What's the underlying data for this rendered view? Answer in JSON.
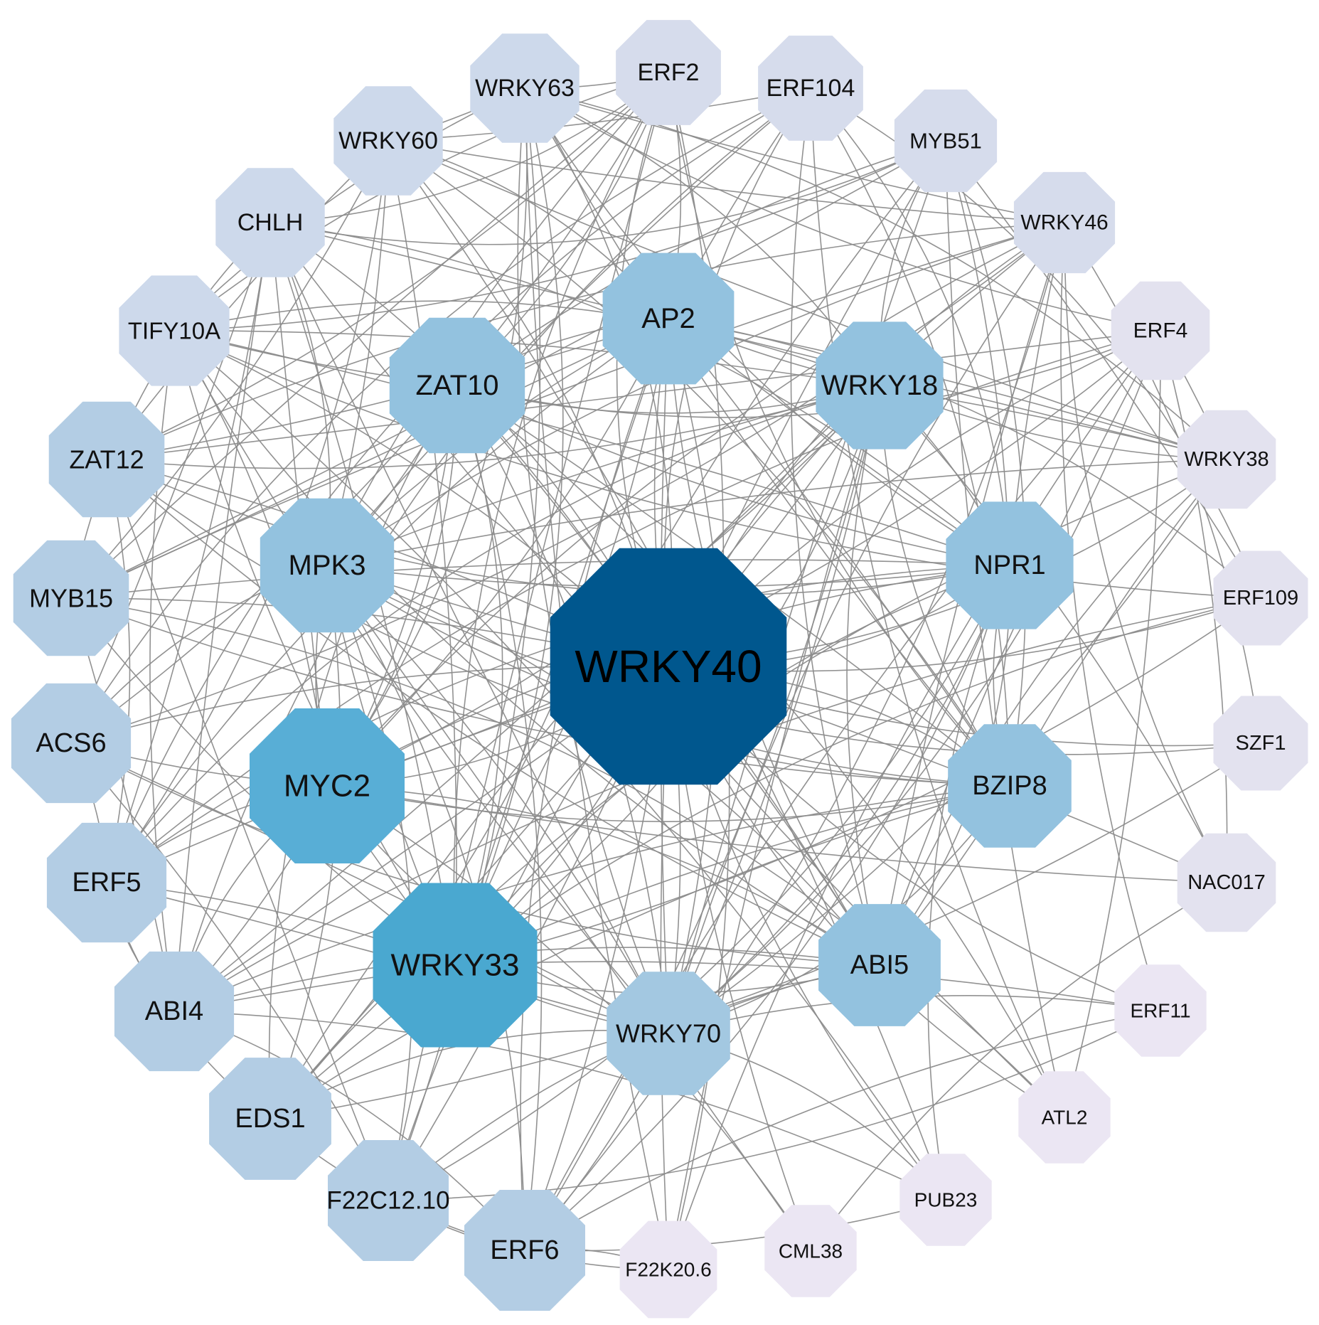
{
  "network": {
    "center": "WRKY40",
    "colors": {
      "c0": "#00578e",
      "c1": "#4aa8d0",
      "c2": "#58aed6",
      "c3": "#93c2df",
      "c4": "#a3c8e1",
      "c5": "#b3cde4",
      "c6": "#cdd9eb",
      "c7": "#d6dcec",
      "c8": "#e3e2ef",
      "c9": "#ebe6f3",
      "edge": "#8c8c8c",
      "label": "#111111"
    },
    "nodes": [
      {
        "id": "WRKY40",
        "label": "WRKY40",
        "tier": 0,
        "color": "c0"
      },
      {
        "id": "WRKY33",
        "label": "WRKY33",
        "tier": 1,
        "color": "c1"
      },
      {
        "id": "MYC2",
        "label": "MYC2",
        "tier": 1,
        "color": "c2"
      },
      {
        "id": "AP2",
        "label": "AP2",
        "tier": 2,
        "color": "c3"
      },
      {
        "id": "ZAT10",
        "label": "ZAT10",
        "tier": 2,
        "color": "c3"
      },
      {
        "id": "WRKY18",
        "label": "WRKY18",
        "tier": 2,
        "color": "c3"
      },
      {
        "id": "MPK3",
        "label": "MPK3",
        "tier": 2,
        "color": "c3"
      },
      {
        "id": "NPR1",
        "label": "NPR1",
        "tier": 2,
        "color": "c3"
      },
      {
        "id": "BZIP8",
        "label": "BZIP8",
        "tier": 2,
        "color": "c3"
      },
      {
        "id": "ABI5",
        "label": "ABI5",
        "tier": 2,
        "color": "c3"
      },
      {
        "id": "WRKY70",
        "label": "WRKY70",
        "tier": 2,
        "color": "c4"
      },
      {
        "id": "ERF2",
        "label": "ERF2",
        "tier": 3,
        "color": "c7"
      },
      {
        "id": "ERF104",
        "label": "ERF104",
        "tier": 3,
        "color": "c7"
      },
      {
        "id": "MYB51",
        "label": "MYB51",
        "tier": 3,
        "color": "c7"
      },
      {
        "id": "WRKY46",
        "label": "WRKY46",
        "tier": 3,
        "color": "c7"
      },
      {
        "id": "ERF4",
        "label": "ERF4",
        "tier": 3,
        "color": "c8"
      },
      {
        "id": "WRKY38",
        "label": "WRKY38",
        "tier": 3,
        "color": "c8"
      },
      {
        "id": "ERF109",
        "label": "ERF109",
        "tier": 3,
        "color": "c8"
      },
      {
        "id": "SZF1",
        "label": "SZF1",
        "tier": 3,
        "color": "c8"
      },
      {
        "id": "NAC017",
        "label": "NAC017",
        "tier": 3,
        "color": "c8"
      },
      {
        "id": "ERF11",
        "label": "ERF11",
        "tier": 3,
        "color": "c9"
      },
      {
        "id": "ATL2",
        "label": "ATL2",
        "tier": 3,
        "color": "c9"
      },
      {
        "id": "PUB23",
        "label": "PUB23",
        "tier": 3,
        "color": "c9"
      },
      {
        "id": "CML38",
        "label": "CML38",
        "tier": 3,
        "color": "c9"
      },
      {
        "id": "F22K20.6",
        "label": "F22K20.6",
        "tier": 3,
        "color": "c9"
      },
      {
        "id": "ERF6",
        "label": "ERF6",
        "tier": 3,
        "color": "c5"
      },
      {
        "id": "F22C12.10",
        "label": "F22C12.10",
        "tier": 3,
        "color": "c5"
      },
      {
        "id": "EDS1",
        "label": "EDS1",
        "tier": 3,
        "color": "c5"
      },
      {
        "id": "ABI4",
        "label": "ABI4",
        "tier": 3,
        "color": "c5"
      },
      {
        "id": "ERF5",
        "label": "ERF5",
        "tier": 3,
        "color": "c5"
      },
      {
        "id": "ACS6",
        "label": "ACS6",
        "tier": 3,
        "color": "c5"
      },
      {
        "id": "MYB15",
        "label": "MYB15",
        "tier": 3,
        "color": "c5"
      },
      {
        "id": "ZAT12",
        "label": "ZAT12",
        "tier": 3,
        "color": "c5"
      },
      {
        "id": "TIFY10A",
        "label": "TIFY10A",
        "tier": 3,
        "color": "c6"
      },
      {
        "id": "CHLH",
        "label": "CHLH",
        "tier": 3,
        "color": "c6"
      },
      {
        "id": "WRKY60",
        "label": "WRKY60",
        "tier": 3,
        "color": "c6"
      },
      {
        "id": "WRKY63",
        "label": "WRKY63",
        "tier": 3,
        "color": "c6"
      }
    ]
  }
}
